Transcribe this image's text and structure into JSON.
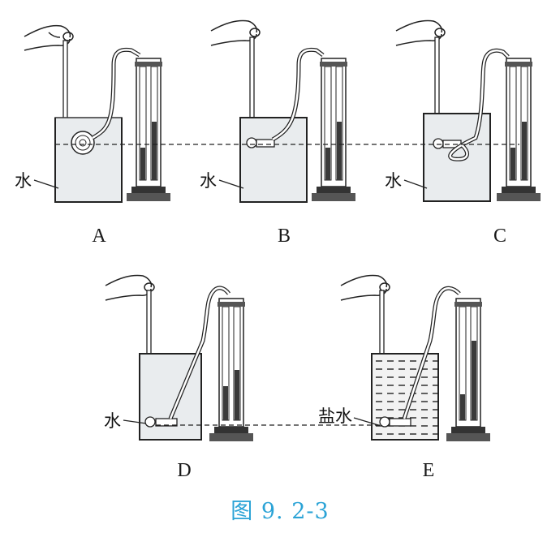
{
  "panels": [
    {
      "id": "A",
      "label": "A",
      "liquid": "水"
    },
    {
      "id": "B",
      "label": "B",
      "liquid": "水"
    },
    {
      "id": "C",
      "label": "C",
      "liquid": "水"
    },
    {
      "id": "D",
      "label": "D",
      "liquid": "水"
    },
    {
      "id": "E",
      "label": "E",
      "liquid": "盐水"
    }
  ],
  "caption": "图 9. 2-3",
  "colors": {
    "ink": "#1a1a1a",
    "water": "#e9ecee",
    "dark_liquid": "#3a3a3a",
    "caption": "#2ba3d6"
  },
  "icons": [
    "hand-icon",
    "beaker",
    "u-tube-manometer",
    "pressure-probe"
  ]
}
